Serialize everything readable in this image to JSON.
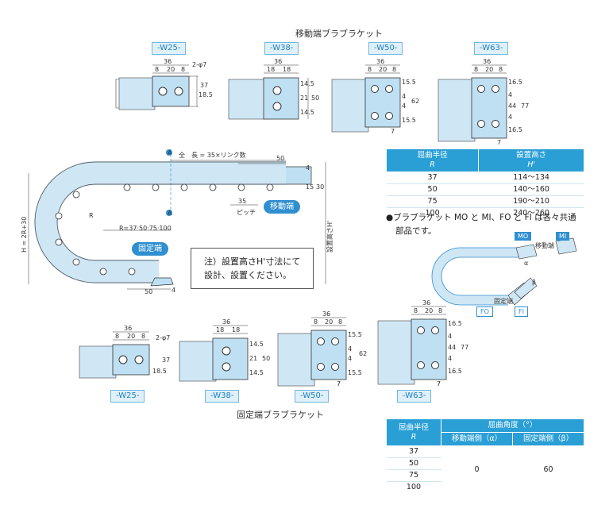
{
  "top_title": "移動端ブラブラケット",
  "bottom_title": "固定端ブラブラケット",
  "top_brackets": [
    {
      "label": "-W25-",
      "dims": [
        "36",
        "8",
        "20",
        "8",
        "2-φ7",
        "18.5",
        "37"
      ]
    },
    {
      "label": "-W38-",
      "dims": [
        "36",
        "18",
        "18",
        "14.5",
        "21",
        "14.5",
        "50"
      ]
    },
    {
      "label": "-W50-",
      "dims": [
        "36",
        "8",
        "20",
        "8",
        "15.5",
        "4",
        "4",
        "15.5",
        "62",
        "7"
      ]
    },
    {
      "label": "-W63-",
      "dims": [
        "36",
        "8",
        "20",
        "8",
        "16.5",
        "4",
        "44",
        "4",
        "16.5",
        "77",
        "7"
      ]
    }
  ],
  "bottom_brackets": [
    {
      "label": "-W25-",
      "dims": [
        "36",
        "8",
        "20",
        "8",
        "2-φ7",
        "18.5",
        "37"
      ]
    },
    {
      "label": "-W38-",
      "dims": [
        "36",
        "18",
        "18",
        "14.5",
        "21",
        "14.5",
        "50"
      ]
    },
    {
      "label": "-W50-",
      "dims": [
        "36",
        "8",
        "20",
        "8",
        "15.5",
        "4",
        "4",
        "15.5",
        "62",
        "7"
      ]
    },
    {
      "label": "-W63-",
      "dims": [
        "36",
        "8",
        "20",
        "8",
        "16.5",
        "4",
        "44",
        "4",
        "16.5",
        "77",
        "7"
      ]
    }
  ],
  "chain": {
    "total_length": "全　長 = 35×リンク数",
    "pitch_value": "35",
    "pitch_label": "ピッチ",
    "radius": "R=37·50·75·100",
    "height_label": "H = 2R+30",
    "install_height_label": "設置高さH'",
    "dim_50_top": "50",
    "dim_50_bottom": "50",
    "dim_4": "4",
    "dim_4b": "4",
    "dim_15": "15",
    "dim_30": "30",
    "section_mark": "A",
    "r_mark": "R",
    "moving_end": "移動端",
    "fixed_end": "固定端"
  },
  "note": [
    "注）設置高さH'寸法にて",
    "設計、設置ください。"
  ],
  "table1": {
    "headers": [
      "屈曲半径",
      "R",
      "設置高さ",
      "H'"
    ],
    "rows": [
      [
        "37",
        "114～134"
      ],
      [
        "50",
        "140～160"
      ],
      [
        "75",
        "190～210"
      ],
      [
        "100",
        "240～260"
      ]
    ]
  },
  "bullet_text": [
    "●ブラブラケット MO と MI、FO と FI は各々共通",
    "部品です。"
  ],
  "small_diagram": {
    "mo": "MO",
    "mi": "MI",
    "fo": "FO",
    "fi": "FI",
    "moving": "移動端",
    "fixed": "固定端",
    "alpha": "α",
    "beta": "β"
  },
  "table2": {
    "headers": [
      "屈曲半径",
      "R",
      "屈曲角度（°）",
      "移動端側（α）",
      "固定端側（β）"
    ],
    "radii": [
      "37",
      "50",
      "75",
      "100"
    ],
    "alpha": "0",
    "beta": "60"
  }
}
